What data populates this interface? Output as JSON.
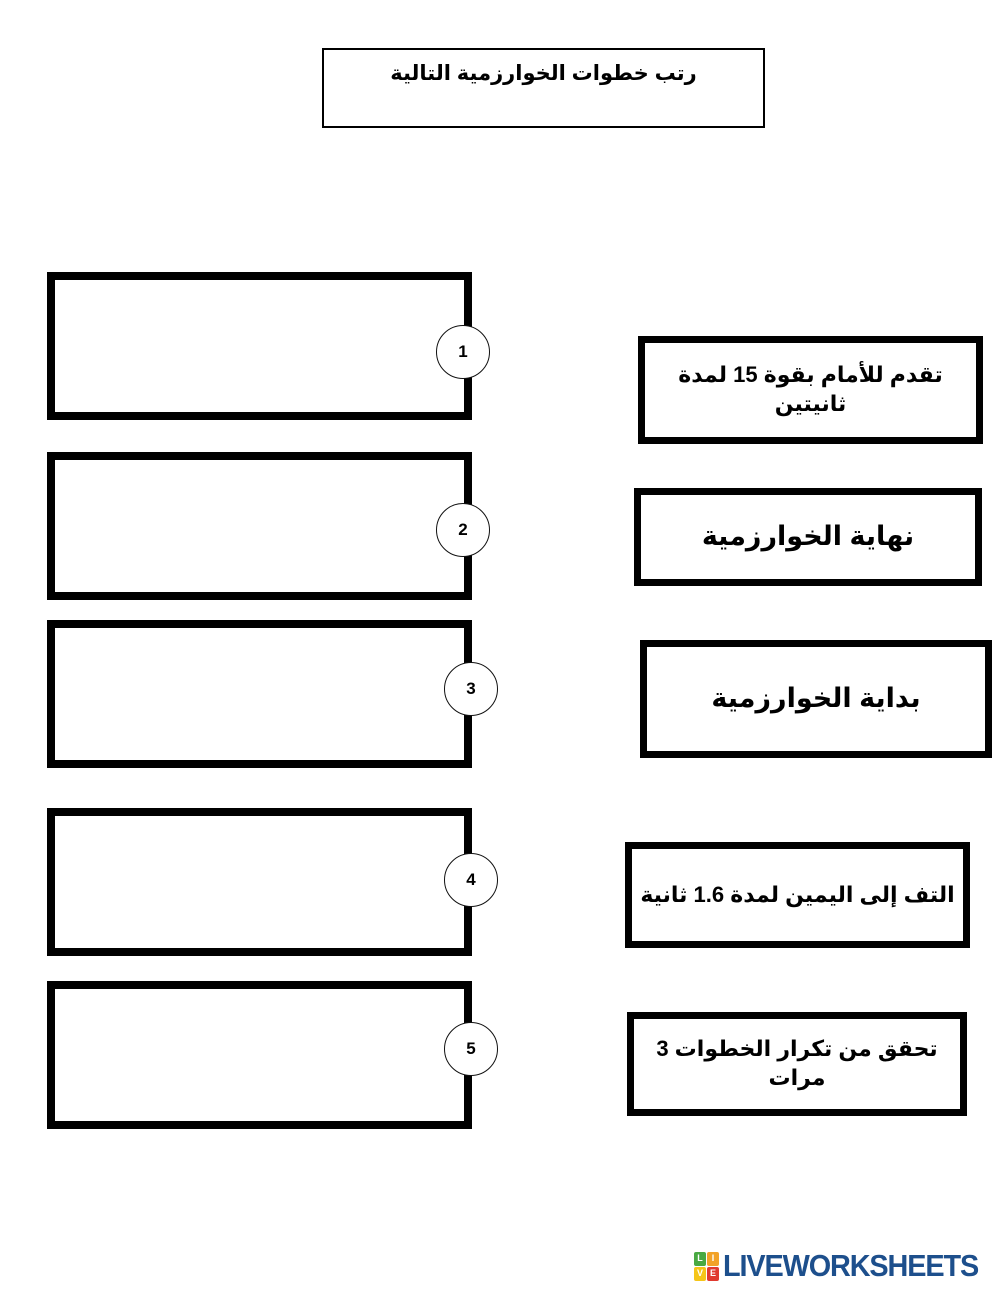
{
  "worksheet": {
    "title": "رتب خطوات الخوارزمية التالية",
    "language": "ar",
    "direction": "rtl"
  },
  "drop_targets": [
    {
      "number": "1",
      "content": ""
    },
    {
      "number": "2",
      "content": ""
    },
    {
      "number": "3",
      "content": ""
    },
    {
      "number": "4",
      "content": ""
    },
    {
      "number": "5",
      "content": ""
    }
  ],
  "answer_cards": [
    {
      "id": "card-forward",
      "text": "تقدم للأمام بقوة 15 لمدة ثانيتين"
    },
    {
      "id": "card-end",
      "text": "نهاية الخوارزمية"
    },
    {
      "id": "card-start",
      "text": "بداية الخوارزمية"
    },
    {
      "id": "card-turn",
      "text": "التف إلى اليمين لمدة 1.6 ثانية"
    },
    {
      "id": "card-repeat",
      "text": "تحقق من تكرار الخطوات 3 مرات"
    }
  ],
  "footer": {
    "logo_tiles": [
      "L",
      "I",
      "V",
      "E"
    ],
    "logo_word": "LIVEWORKSHEETS",
    "logo_color": "#1d4f8c",
    "tile_colors": [
      "#49a942",
      "#f2a227",
      "#f5c518",
      "#e03a30"
    ]
  }
}
